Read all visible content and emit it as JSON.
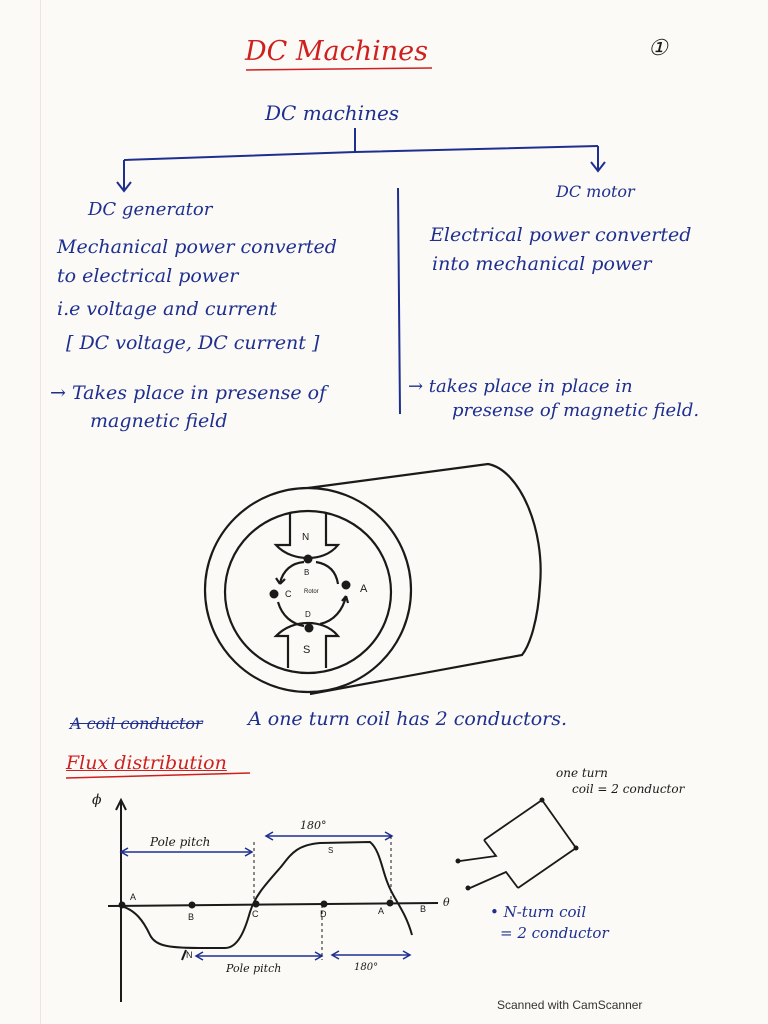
{
  "title": "DC Machines",
  "page_number": "①",
  "tree_root": "DC machines",
  "generator": {
    "heading": "DC generator",
    "line1": "Mechanical power converted",
    "line2": "to electrical power",
    "line3": "i.e voltage and current",
    "line4": "[ DC voltage, DC current ]",
    "note1": "→ Takes place in presense of",
    "note2": "magnetic field"
  },
  "motor": {
    "heading": "DC motor",
    "line1": "Electrical power converted",
    "line2": "into mechanical power",
    "note1": "→ takes place in place in",
    "note2": "presense of magnetic field."
  },
  "machine_labels": {
    "north": "N",
    "south": "S",
    "point_a": "A",
    "point_b": "B",
    "point_c": "C",
    "point_d": "D",
    "mid_label": "Rotor"
  },
  "coil_note": {
    "struck": "A coil conductor",
    "text": "A one turn coil has 2 conductors."
  },
  "flux": {
    "heading": "Flux distribution",
    "phi": "ϕ",
    "pole_pitch_top": "Pole pitch",
    "pole_pitch_bottom": "Pole pitch",
    "deg_top": "180°",
    "deg_bottom": "180°",
    "n_label": "N",
    "s_label": "S",
    "a_left": "A",
    "b": "B",
    "c": "C",
    "d": "D",
    "a_right": "A",
    "theta": "θ",
    "b_right": "B"
  },
  "coil_diagram": {
    "label1": "one turn",
    "label2": "coil = 2 conductor",
    "n_turn1": "• N-turn coil",
    "n_turn2": "= 2 conductor"
  },
  "footer": "Scanned with CamScanner"
}
